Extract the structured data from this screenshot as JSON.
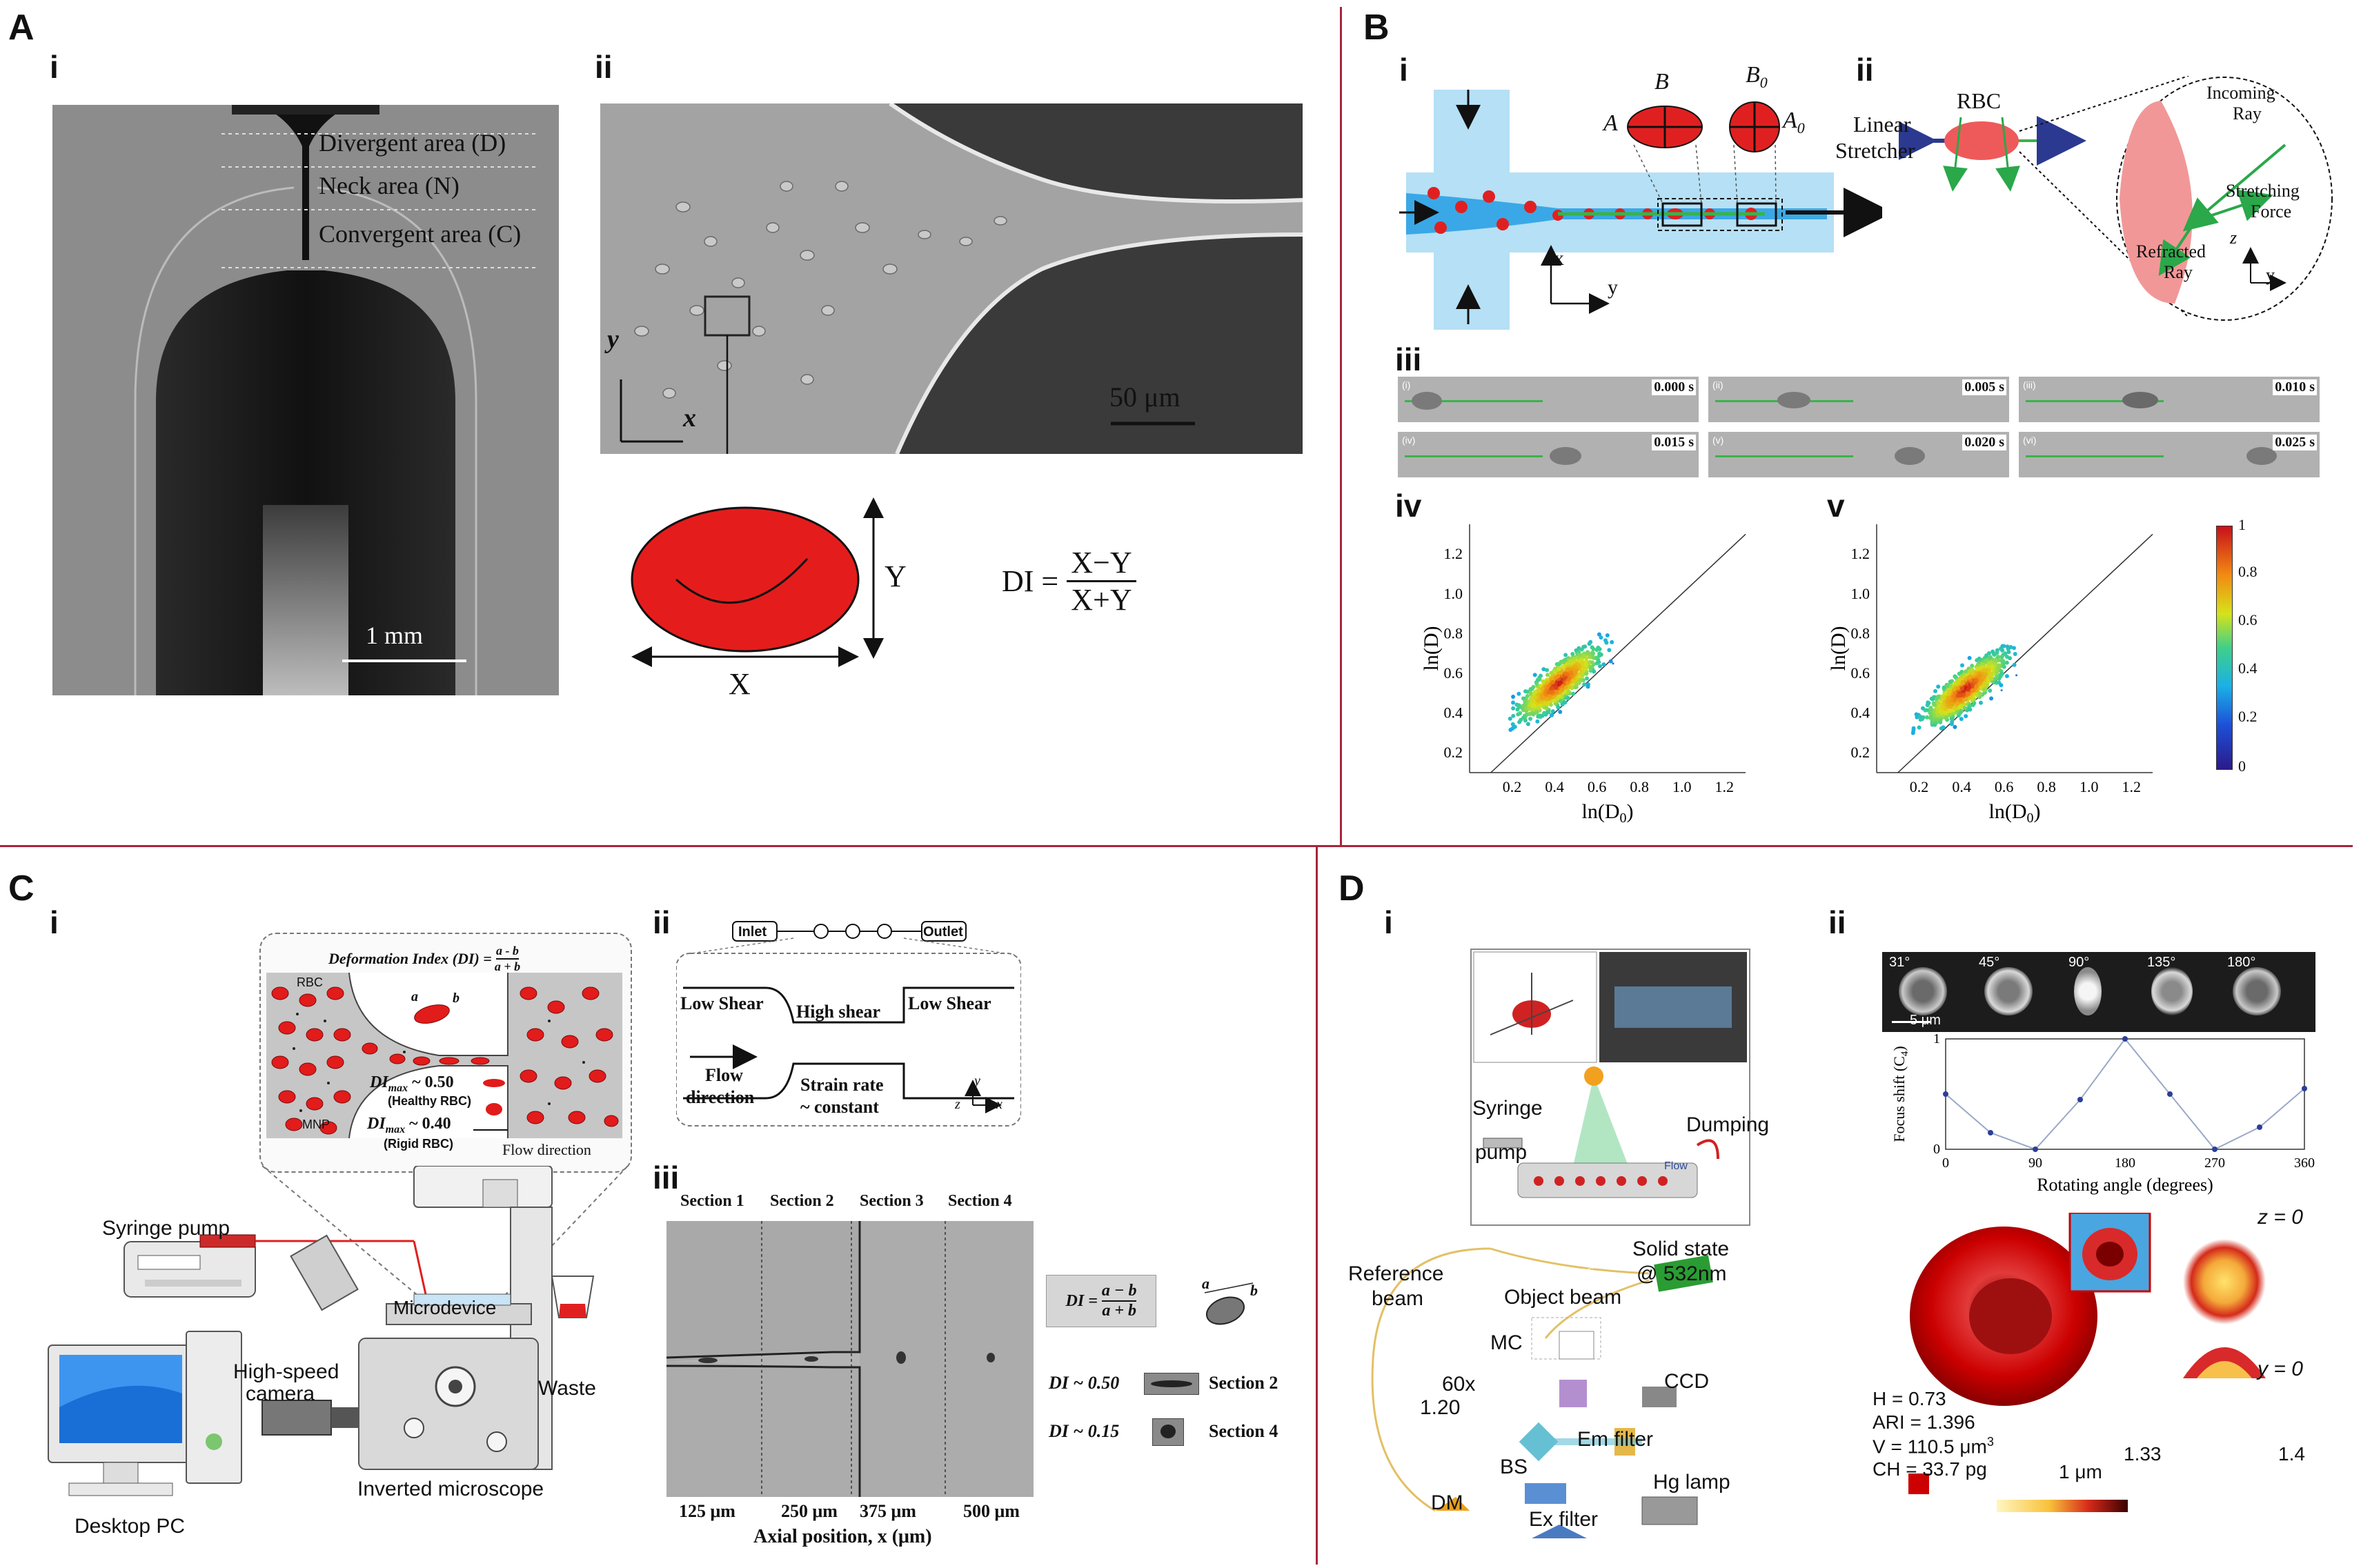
{
  "panels": {
    "A": {
      "letter": "A",
      "sub1": "i",
      "sub2": "ii"
    },
    "B": {
      "letter": "B",
      "sub1": "i",
      "sub2": "ii",
      "sub3": "iii",
      "sub4": "iv",
      "sub5": "v"
    },
    "C": {
      "letter": "C",
      "sub1": "i",
      "sub2": "ii",
      "sub3": "iii"
    },
    "D": {
      "letter": "D",
      "sub1": "i",
      "sub2": "ii"
    }
  },
  "A_i": {
    "divergent": "Divergent area (D)",
    "neck": "Neck area (N)",
    "convergent": "Convergent area (C)",
    "scale": "1 mm"
  },
  "A_ii": {
    "scale": "50 μm",
    "axis_y": "y",
    "axis_x": "x",
    "label_Y": "Y",
    "label_X": "X",
    "di_lhs": "DI =",
    "di_num": "X−Y",
    "di_den": "X+Y"
  },
  "B_i": {
    "A": "A",
    "B": "B",
    "A0": "A",
    "A0_sub": "0",
    "B0": "B",
    "B0_sub": "0",
    "x": "x",
    "y": "y"
  },
  "B_ii": {
    "linear": "Linear",
    "stretcher": "Stretcher",
    "rbc": "RBC",
    "incoming": "Incoming",
    "ray": "Ray",
    "stretching": "Stretching",
    "force": "Force",
    "refracted": "Refracted",
    "ray2": "Ray",
    "z": "z",
    "y": "y"
  },
  "B_iii": {
    "frames": [
      {
        "idx": "(i)",
        "time": "0.000 s"
      },
      {
        "idx": "(ii)",
        "time": "0.005 s"
      },
      {
        "idx": "(iii)",
        "time": "0.010 s"
      },
      {
        "idx": "(iv)",
        "time": "0.015 s"
      },
      {
        "idx": "(v)",
        "time": "0.020 s"
      },
      {
        "idx": "(vi)",
        "time": "0.025 s"
      }
    ]
  },
  "chart_data": [
    {
      "type": "scatter",
      "xlabel": "ln(D0)",
      "ylabel": "ln(D)",
      "xticks": [
        "0.2",
        "0.4",
        "0.6",
        "0.8",
        "1.0",
        "1.2"
      ],
      "yticks": [
        "0.2",
        "0.4",
        "0.6",
        "0.8",
        "1.0",
        "1.2"
      ],
      "xlim": [
        0,
        1.3
      ],
      "ylim": [
        0.1,
        1.35
      ],
      "center": [
        0.42,
        0.55
      ],
      "reference_line": "y = x"
    },
    {
      "type": "scatter",
      "xlabel": "ln(D0)",
      "ylabel": "ln(D)",
      "xticks": [
        "0.2",
        "0.4",
        "0.6",
        "0.8",
        "1.0",
        "1.2"
      ],
      "yticks": [
        "0.2",
        "0.4",
        "0.6",
        "0.8",
        "1.0",
        "1.2"
      ],
      "xlim": [
        0,
        1.3
      ],
      "ylim": [
        0.1,
        1.35
      ],
      "center": [
        0.42,
        0.52
      ],
      "reference_line": "y = x",
      "colorbar": {
        "ticks": [
          "1",
          "0.8",
          "0.6",
          "0.4",
          "0.2",
          "0"
        ]
      }
    },
    {
      "type": "line",
      "xlabel": "Rotating angle (degrees)",
      "ylabel": "Focus shift (C4)",
      "xticks": [
        "0",
        "90",
        "180",
        "270",
        "360"
      ],
      "yticks": [
        "0",
        "1"
      ],
      "x": [
        0,
        45,
        90,
        135,
        180,
        225,
        270,
        315,
        360
      ],
      "y": [
        0.5,
        0.15,
        0,
        0.45,
        1,
        0.5,
        0,
        0.2,
        0.55
      ]
    }
  ],
  "C_i": {
    "formula_label": "Deformation Index (DI) =",
    "formula_num": "a - b",
    "formula_den": "a + b",
    "rbc": "RBC",
    "mnp": "MNP",
    "a": "a",
    "b": "b",
    "di1": "DI",
    "di1_sub": "max",
    "di1_val": " ~ 0.50",
    "di1_note": "(Healthy RBC)",
    "di2": "DI",
    "di2_sub": "max",
    "di2_val": " ~ 0.40",
    "di2_note": "(Rigid RBC)",
    "flow": "Flow direction",
    "syringe": "Syringe pump",
    "microdevice": "Microdevice",
    "highspeed": "High-speed",
    "camera": "camera",
    "waste": "Waste",
    "inverted": "Inverted microscope",
    "desktop": "Desktop PC"
  },
  "C_ii": {
    "inlet": "Inlet",
    "outlet": "Outlet",
    "low1": "Low Shear",
    "high": "High shear",
    "low2": "Low Shear",
    "flow1": "Flow",
    "flow2": "direction",
    "strain1": "Strain rate",
    "strain2": "~ constant",
    "ax_y": "y",
    "ax_z": "z",
    "ax_x": "x"
  },
  "C_iii": {
    "sections": [
      "Section 1",
      "Section 2",
      "Section 3",
      "Section 4"
    ],
    "positions": [
      "125 μm",
      "250 μm",
      "375 μm",
      "500 μm"
    ],
    "axis": "Axial position, x (μm)",
    "di_lhs": "DI =",
    "di_num": "a − b",
    "di_den": "a + b",
    "di050": "DI ~ 0.50",
    "di015": "DI ~ 0.15",
    "sec2": "Section 2",
    "sec4": "Section 4",
    "a": "a",
    "b": "b"
  },
  "D_i": {
    "syringe": "Syringe",
    "pump": "pump",
    "dumping": "Dumping",
    "flow": "Flow",
    "solid": "Solid state",
    "wavelength": "@ 532nm",
    "object": "Object beam",
    "reference1": "Reference",
    "reference2": "beam",
    "mc": "MC",
    "obj1": "60x",
    "obj2": "1.20",
    "ccd": "CCD",
    "em": "Em filter",
    "bs": "BS",
    "hg": "Hg lamp",
    "dm": "DM",
    "ex": "Ex filter",
    "laser_label": "Solid state @ 532nm",
    "hg_label": "Hg lamp"
  },
  "D_ii": {
    "angles": [
      "31°",
      "45°",
      "90°",
      "135°",
      "180°"
    ],
    "scale": "5 μm",
    "z0": "z = 0",
    "y0": "y = 0",
    "h": "H = 0.73",
    "ari": "ARI = 1.396",
    "v": "V = 110.5 μm",
    "v_sup": "3",
    "ch": "CH = 33.7 pg",
    "cube": "1 μm",
    "cb_min": "1.33",
    "cb_max": "1.4"
  }
}
